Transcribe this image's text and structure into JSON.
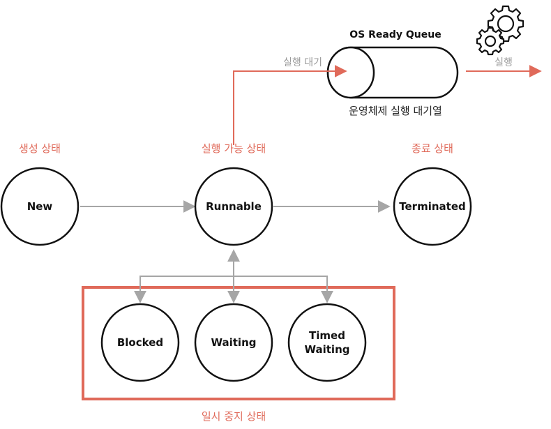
{
  "states": {
    "new": "New",
    "runnable": "Runnable",
    "terminated": "Terminated",
    "blocked": "Blocked",
    "waiting": "Waiting",
    "timed_waiting_line1": "Timed",
    "timed_waiting_line2": "Waiting"
  },
  "state_captions": {
    "created": "생성 상태",
    "runnable": "실행 가능 상태",
    "terminated": "종료 상태",
    "suspended": "일시 중지 상태"
  },
  "queue": {
    "title": "OS Ready Queue",
    "caption": "운영체제 실행 대기열",
    "enter_label": "실행 대기",
    "exit_label": "실행"
  },
  "colors": {
    "accent": "#e06a5a",
    "gray_arrow": "#a6a6a6",
    "stroke": "#111111"
  },
  "icons": {
    "cpu": "gears-icon"
  }
}
